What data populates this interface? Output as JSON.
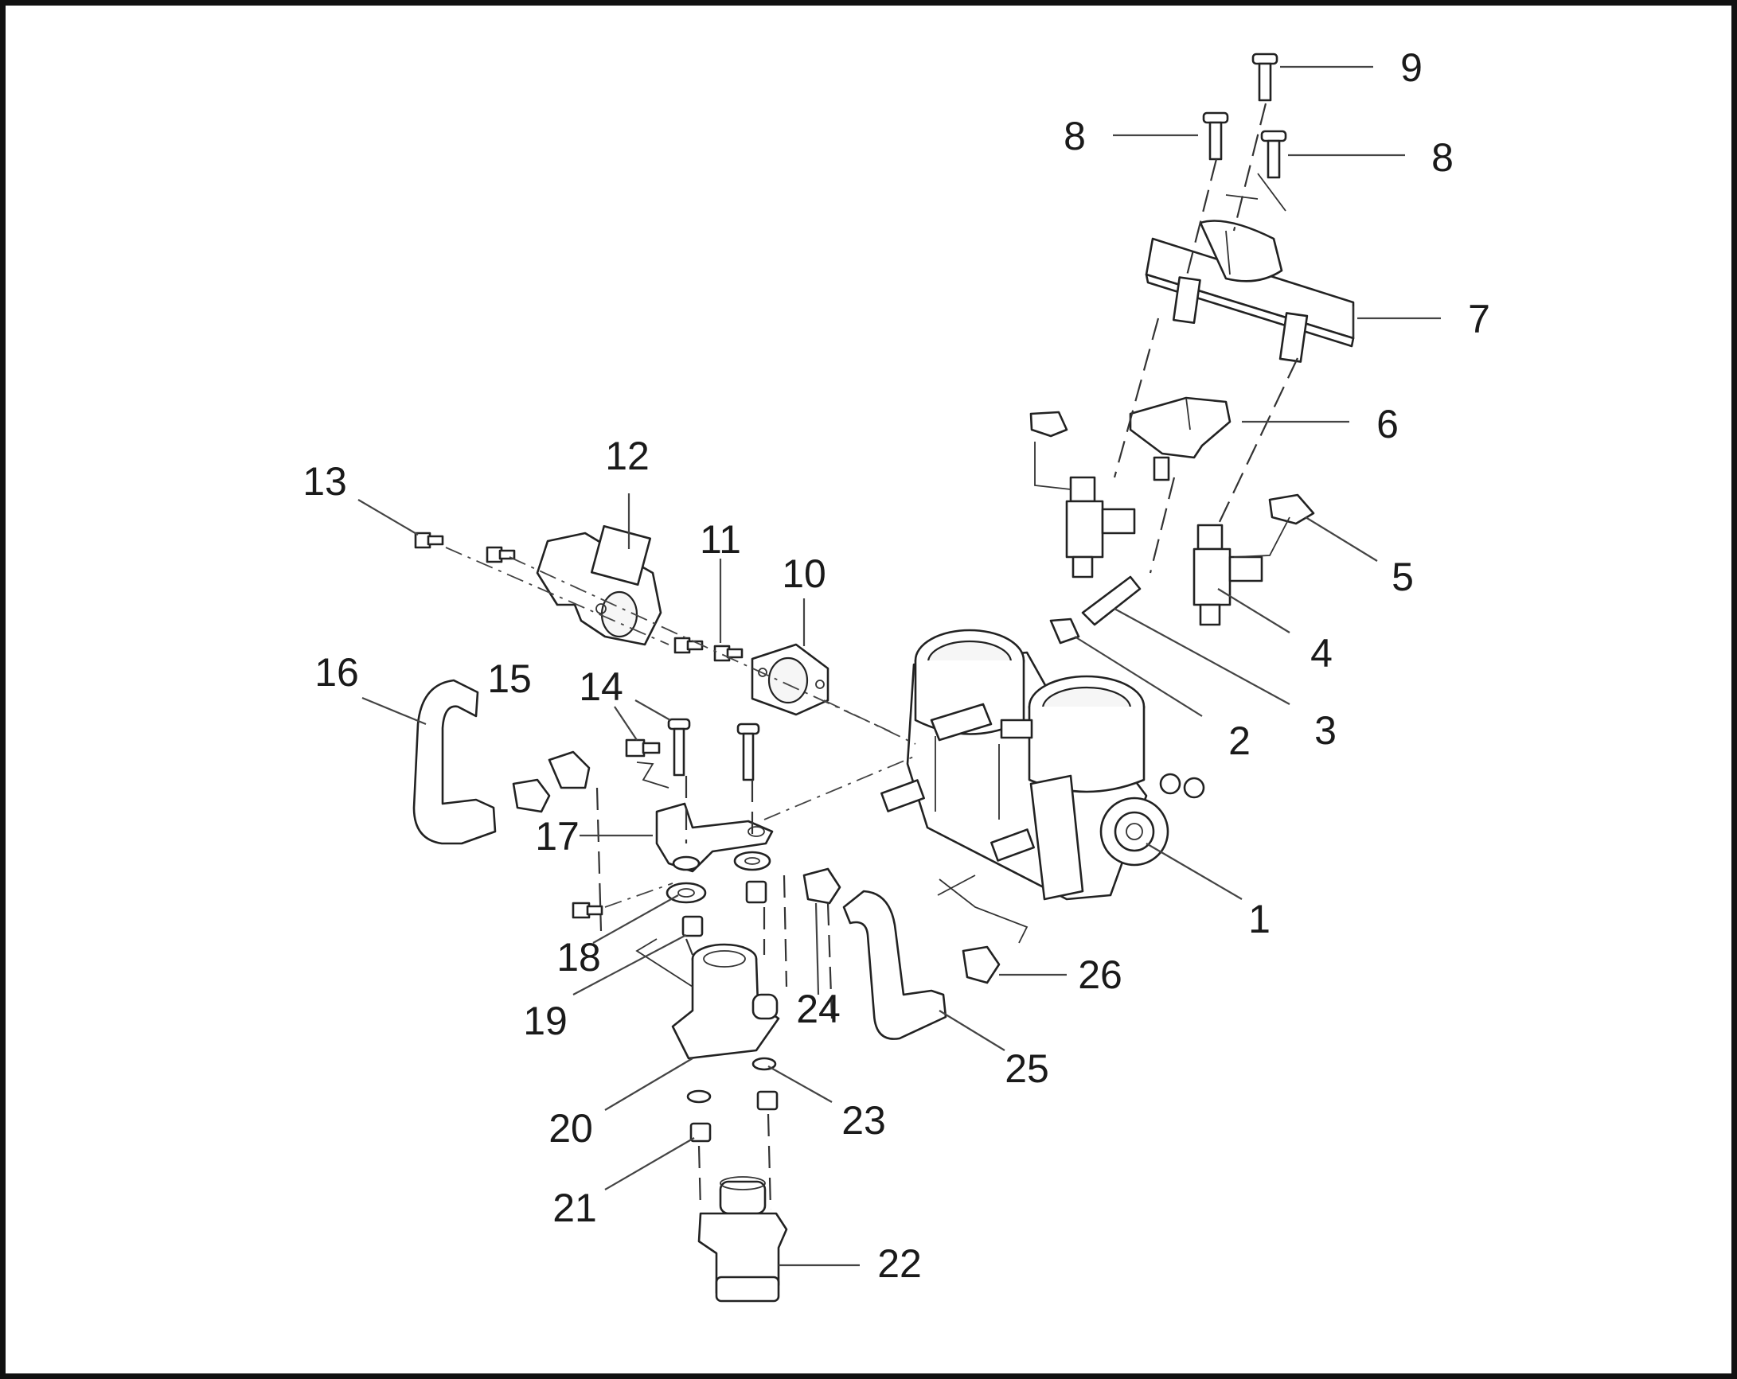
{
  "callouts": [
    "1",
    "2",
    "3",
    "4",
    "5",
    "6",
    "7",
    "8",
    "8",
    "9",
    "10",
    "11",
    "12",
    "13",
    "14",
    "15",
    "16",
    "17",
    "18",
    "19",
    "20",
    "21",
    "22",
    "23",
    "24",
    "25",
    "26"
  ],
  "colors": {
    "line": "#222222",
    "background": "#ffffff",
    "frame": "#111111"
  }
}
